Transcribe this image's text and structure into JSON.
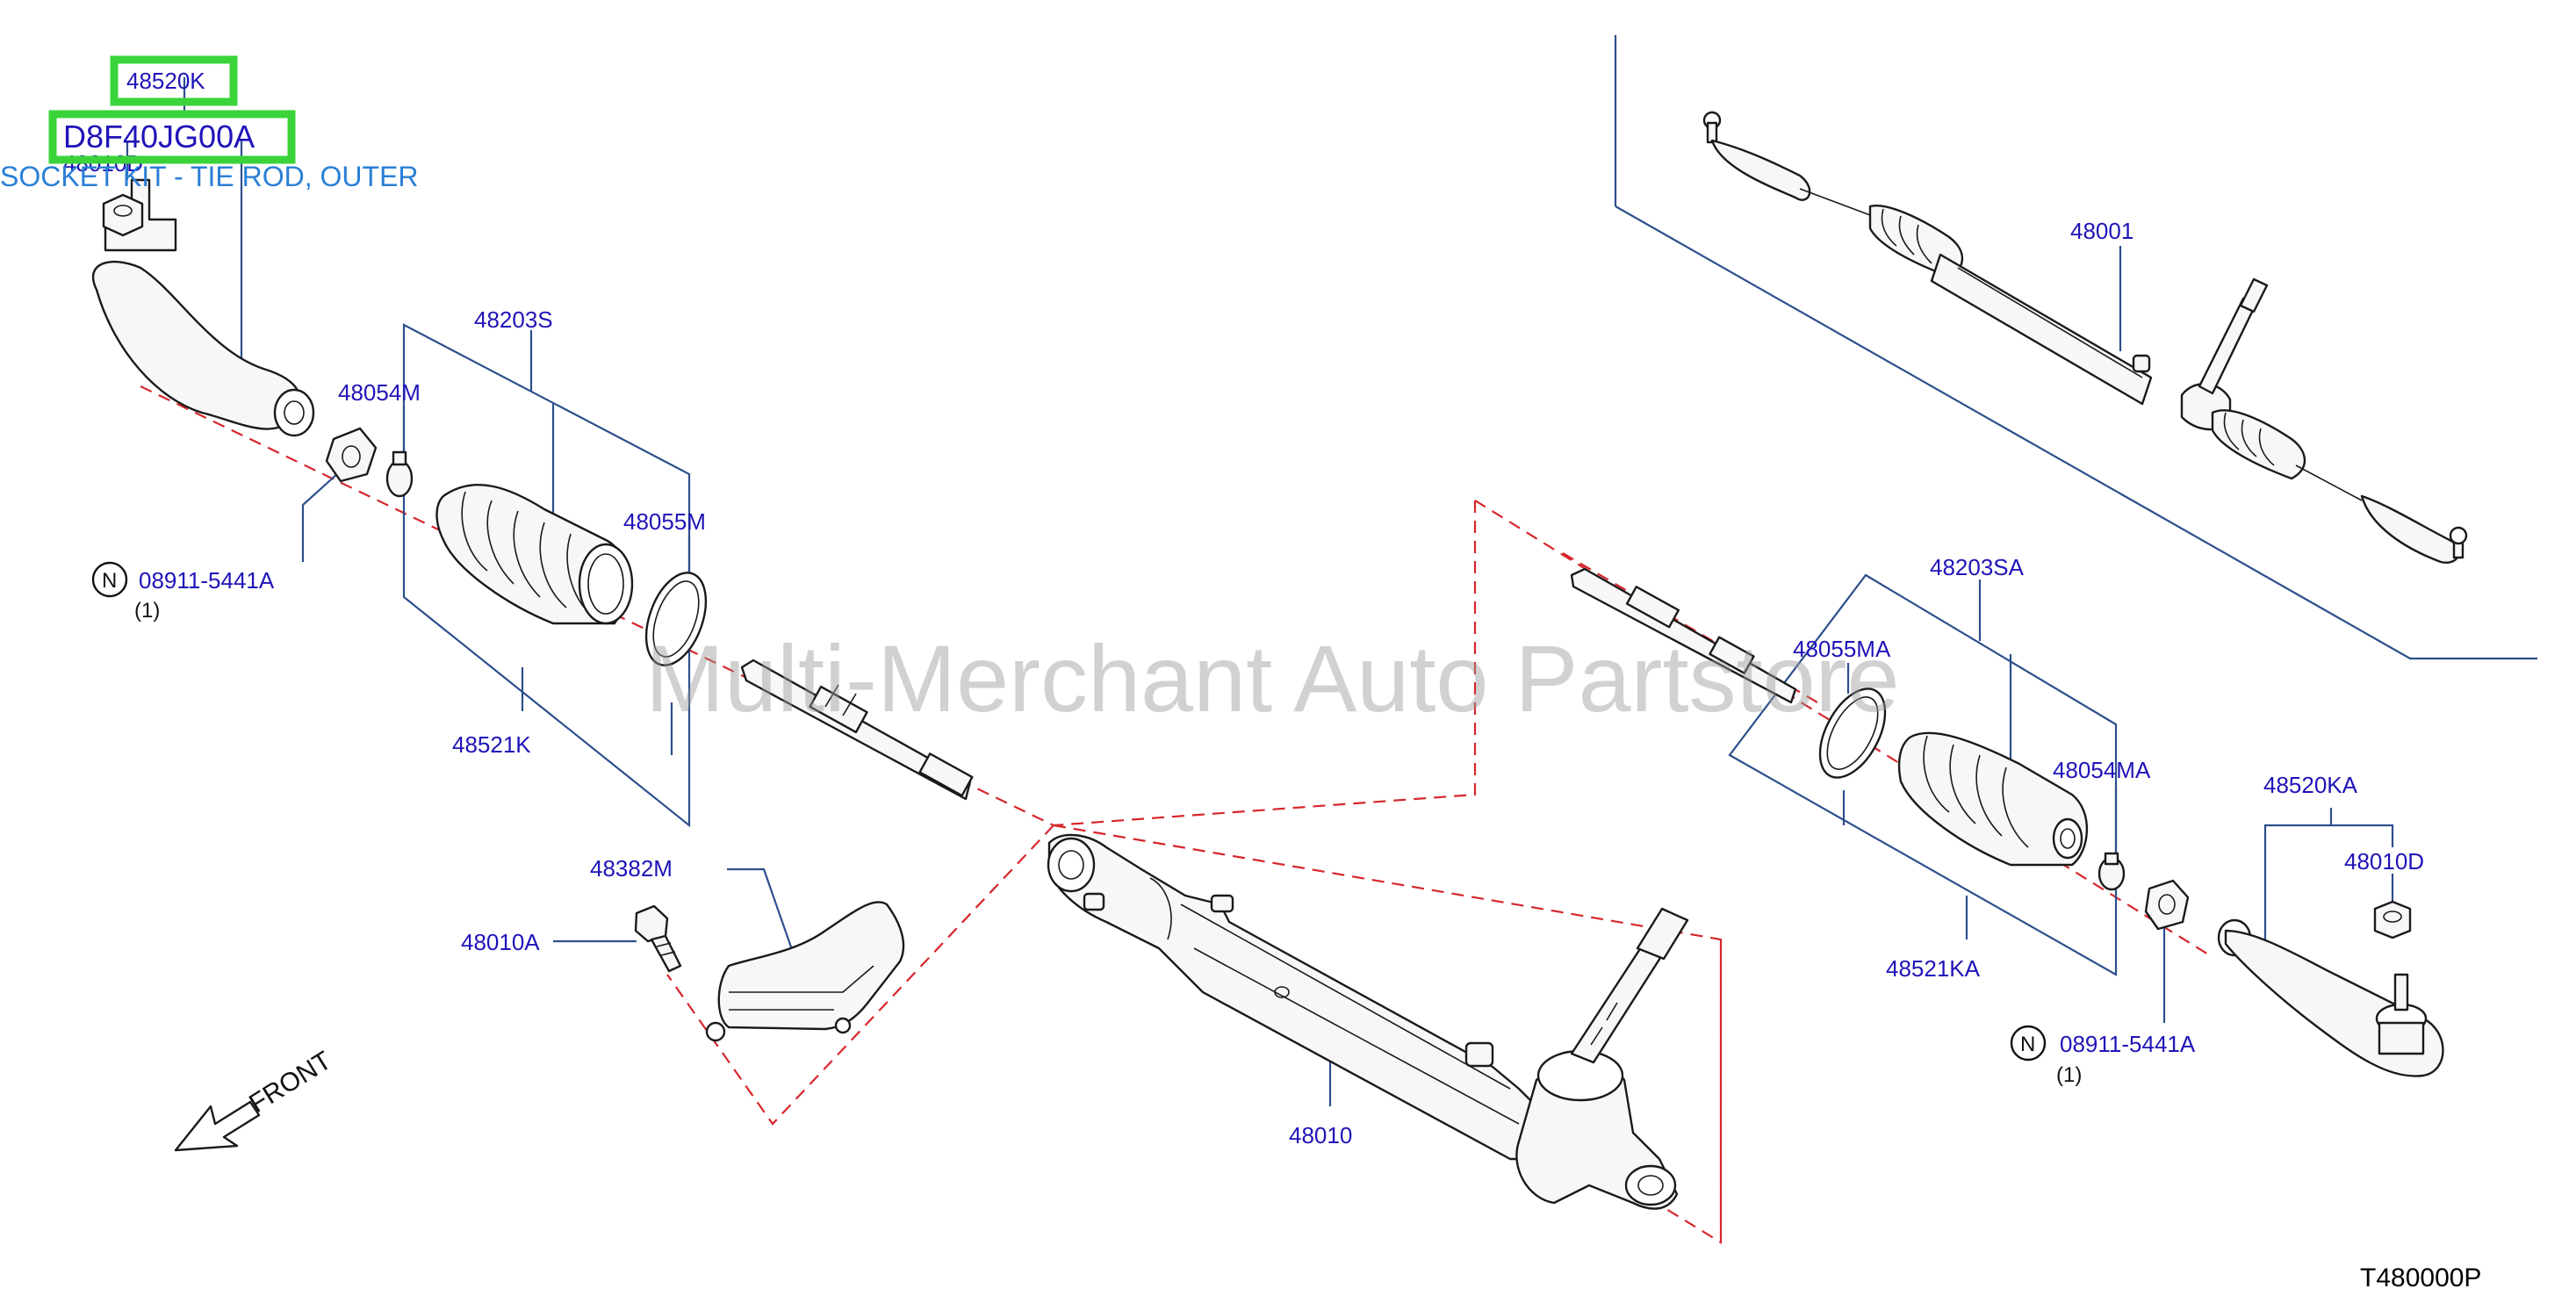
{
  "diagram_code": "T480000P",
  "watermark": "Multi-Merchant Auto Partstore",
  "front_label": "FRONT",
  "highlight": {
    "part_number": "48520K",
    "oem_number": "D8F40JG00A",
    "description": "SOCKET KIT - TIE ROD, OUTER"
  },
  "labels": {
    "l48010D_left": "48010D",
    "l48203S": "48203S",
    "l48054M": "48054M",
    "l48055M": "48055M",
    "l48521K": "48521K",
    "l08911_left": "08911-5441A",
    "qty_left": "(1)",
    "l48382M": "48382M",
    "l48010A": "48010A",
    "l48010": "48010",
    "l48001": "48001",
    "l48203SA": "48203SA",
    "l48055MA": "48055MA",
    "l48054MA": "48054MA",
    "l48520KA": "48520KA",
    "l48010D_right": "48010D",
    "l48521KA": "48521KA",
    "l08911_right": "08911-5441A",
    "qty_right": "(1)"
  },
  "note_symbol": "N"
}
